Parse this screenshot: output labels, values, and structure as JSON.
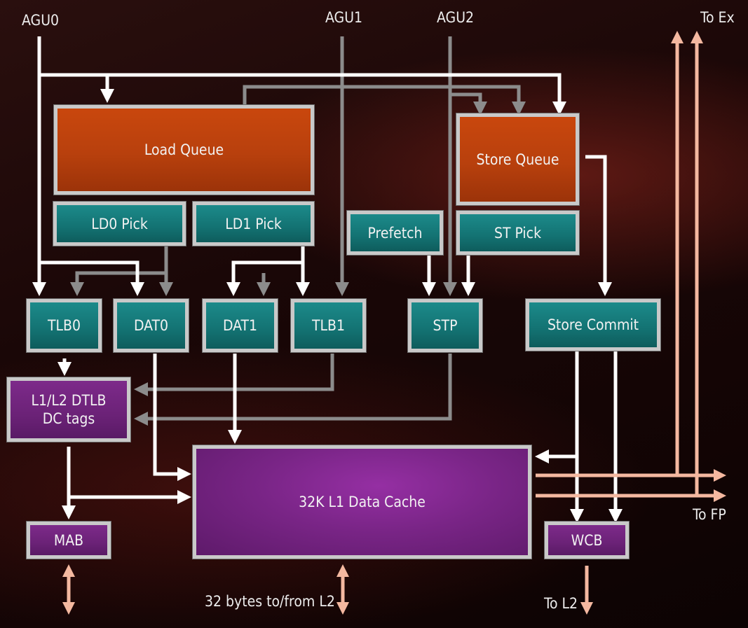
{
  "inputs": {
    "agu0": "AGU0",
    "agu1": "AGU1",
    "agu2": "AGU2"
  },
  "outputs": {
    "to_ex": "To Ex",
    "to_fp": "To FP",
    "to_l2": "To L2",
    "l2_bus": "32 bytes to/from L2"
  },
  "blocks": {
    "load_queue": "Load Queue",
    "store_queue": "Store Queue",
    "ld0_pick": "LD0 Pick",
    "ld1_pick": "LD1 Pick",
    "prefetch": "Prefetch",
    "st_pick": "ST Pick",
    "tlb0": "TLB0",
    "dat0": "DAT0",
    "dat1": "DAT1",
    "tlb1": "TLB1",
    "stp": "STP",
    "store_commit": "Store Commit",
    "dtlb": "L1/L2 DTLB\nDC tags",
    "l1_cache": "32K L1 Data Cache",
    "mab": "MAB",
    "wcb": "WCB"
  },
  "colors": {
    "queue": "#b8400d",
    "pick_stage": "#137272",
    "tag_cache": "#6b2277",
    "bus_arrows": "#f4b8a0",
    "wire_white": "#ffffff",
    "wire_gray": "#8c8c8c"
  }
}
